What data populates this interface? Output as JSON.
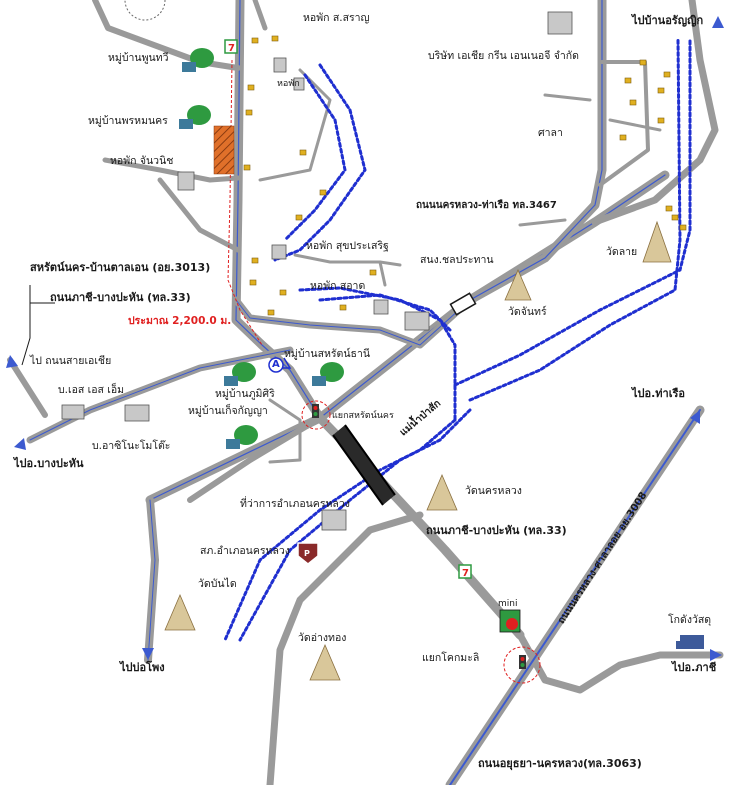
{
  "labels": {
    "dorm_saran": "หอพัก ส.สราญ",
    "dorm_2": "หอพัก",
    "village_phunthawi": "หมู่บ้านพูนทวี",
    "village_phromnakhon": "หมู่บ้านพรหมนคร",
    "dorm_chanwanit": "หอพัก จันวนิช",
    "company": "บริษัท เอเชีย กรีน เอนเนอจี จำกัด",
    "to_aranyik": "ไปบ้านอรัญญิก",
    "sala": "ศาลา",
    "road_3467": "ถนนนครหลวง-ท่าเรือ ทล.3467",
    "road_3013": "สหรัตน์นคร-บ้านตาลเอน (อย.3013)",
    "dorm_sukprasert": "หอพัก สุขประเสริฐ",
    "office_chonprathan": "สนง.ชลประทาน",
    "wat_lai": "วัดลาย",
    "road_33_a": "ถนนภาชี-บางปะหัน (ทล.33)",
    "dorm_sa_at": "หอพัก สอาด",
    "wat_chan": "วัดจันทร์",
    "distance": "ประมาณ 2,200.0 ม.",
    "marker_a": "A",
    "village_saharat": "หมู่บ้านสหรัตน์ธานี",
    "to_sai_asia": "ไป ถนนสายเอเชีย",
    "bes_em": "บ.เอส เอส เอ็ม",
    "village_phumsiri": "หมู่บ้านภูมิศิริ",
    "village_kaekanya": "หมู่บ้านเก็จกัญญา",
    "junction_saharat": "แยกสหรัตน์นคร",
    "asahi": "บ.อาซิโนะโมโต๊ะ",
    "river": "แม่น้ำป่าสัก",
    "to_bangpahan": "ไปอ.บางปะหัน",
    "to_tharuea": "ไปอ.ท่าเรือ",
    "wat_nakhonluang": "วัดนครหลวง",
    "district_office": "ที่ว่าการอำเภอนครหลวง",
    "road_33_b": "ถนนภาชี-บางปะหัน (ทล.33)",
    "police": "สภ.อำเภอนครหลวง",
    "police_sign": "P",
    "road_3008": "ถนนนครหลวง-ศาลาลอย อย.3008",
    "wat_bankai": "วัดบันได",
    "mini": "mini",
    "godang": "โกดังวัสดุ",
    "wat_yangthong": "วัดอ่างทอง",
    "junction_khok": "แยกโคกมะลิ",
    "to_phopphraya": "ไปบ่อโพง",
    "to_phachi": "ไปอ.ภาชี",
    "road_3063": "ถนนอยุธยา-นครหลวง(ทล.3063)"
  },
  "colors": {
    "road": "#9a9a9a",
    "river": "#1f2fd0",
    "highway_blue": "#3c5ad0",
    "distance_line": "#e02020",
    "tree": "#2e9a40",
    "bridge": "#1a1a1a",
    "temple": "#b49a64",
    "hatch": "#e0702a"
  }
}
